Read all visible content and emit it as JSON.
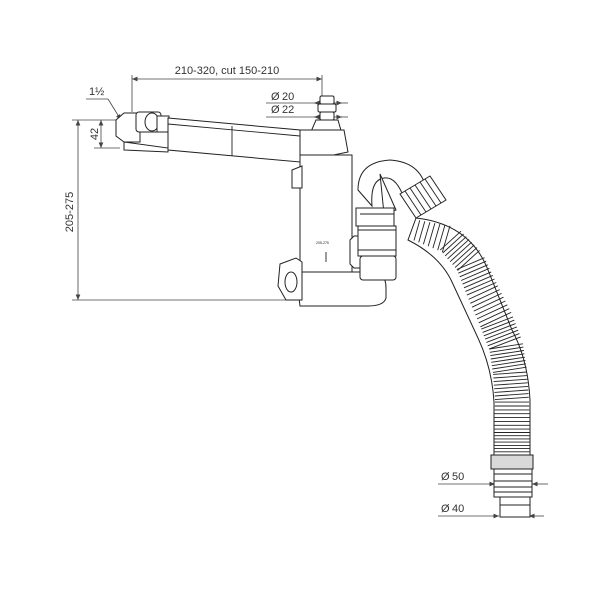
{
  "dimensions": {
    "length": "210-320, cut 150-210",
    "thread": "1½",
    "height_upper": "42",
    "height_total": "205-275",
    "diameter_20": "20",
    "diameter_22": "22",
    "diameter_50": "50",
    "diameter_40": "40"
  },
  "diameter_symbol": "Ø",
  "body_marking": "205-275"
}
